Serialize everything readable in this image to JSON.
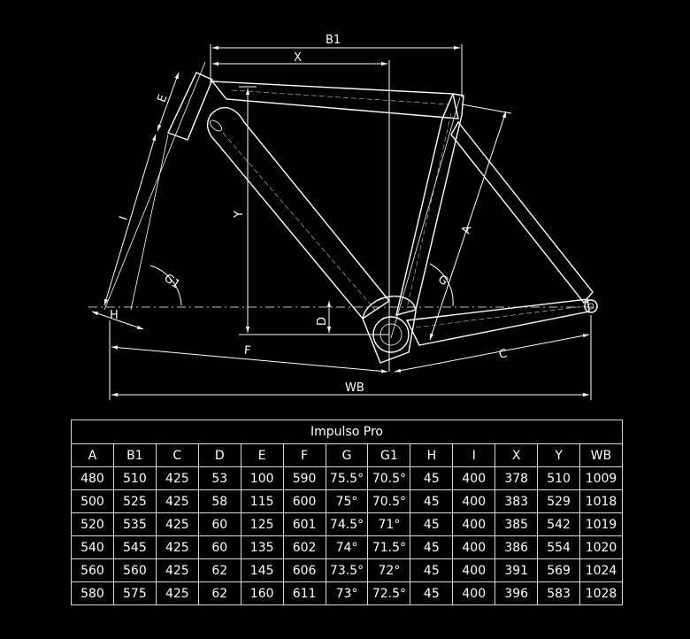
{
  "diagram": {
    "labels": {
      "b1": "B1",
      "x": "X",
      "e": "E",
      "i": "I",
      "y": "Y",
      "g1": "G1",
      "h": "H",
      "d": "D",
      "f": "F",
      "a": "A",
      "g": "G",
      "c": "C",
      "wb": "WB"
    }
  },
  "table": {
    "title": "Impulso Pro",
    "headers": [
      "A",
      "B1",
      "C",
      "D",
      "E",
      "F",
      "G",
      "G1",
      "H",
      "I",
      "X",
      "Y",
      "WB"
    ],
    "rows": [
      [
        "480",
        "510",
        "425",
        "53",
        "100",
        "590",
        "75.5°",
        "70.5°",
        "45",
        "400",
        "378",
        "510",
        "1009"
      ],
      [
        "500",
        "525",
        "425",
        "58",
        "115",
        "600",
        "75°",
        "70.5°",
        "45",
        "400",
        "383",
        "529",
        "1018"
      ],
      [
        "520",
        "535",
        "425",
        "60",
        "125",
        "601",
        "74.5°",
        "71°",
        "45",
        "400",
        "385",
        "542",
        "1019"
      ],
      [
        "540",
        "545",
        "425",
        "60",
        "135",
        "602",
        "74°",
        "71.5°",
        "45",
        "400",
        "386",
        "554",
        "1020"
      ],
      [
        "560",
        "560",
        "425",
        "62",
        "145",
        "606",
        "73.5°",
        "72°",
        "45",
        "400",
        "391",
        "569",
        "1024"
      ],
      [
        "580",
        "575",
        "425",
        "62",
        "160",
        "611",
        "73°",
        "72.5°",
        "45",
        "400",
        "396",
        "583",
        "1028"
      ]
    ]
  }
}
